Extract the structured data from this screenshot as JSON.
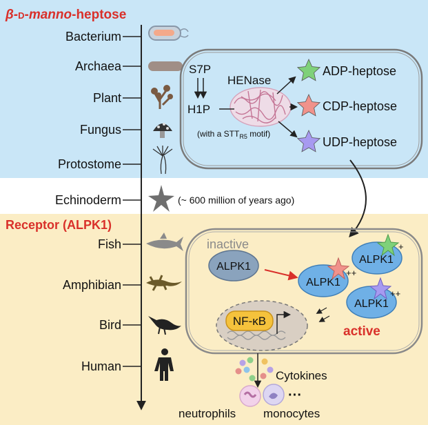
{
  "title_heptose": {
    "beta": "β-",
    "d": "D",
    "dash": "-",
    "manno": "manno",
    "rest": "-heptose"
  },
  "title_receptor": "Receptor (ALPK1)",
  "organisms": [
    {
      "label": "Bacterium",
      "icon": "bacterium-icon"
    },
    {
      "label": "Archaea",
      "icon": "archaea-icon"
    },
    {
      "label": "Plant",
      "icon": "plant-icon"
    },
    {
      "label": "Fungus",
      "icon": "mushroom-icon"
    },
    {
      "label": "Protostome",
      "icon": "protostome-icon"
    },
    {
      "label": "Echinoderm",
      "icon": "starfish-icon"
    },
    {
      "label": "Fish",
      "icon": "shark-icon"
    },
    {
      "label": "Amphibian",
      "icon": "salamander-icon"
    },
    {
      "label": "Bird",
      "icon": "bird-icon"
    },
    {
      "label": "Human",
      "icon": "human-icon"
    }
  ],
  "echinoderm_note": "(~ 600 million of years ago)",
  "pathway": {
    "s7p": "S7P",
    "h1p": "H1P",
    "enzyme": "HENase",
    "motif_pre": "(with a STT",
    "motif_sub": "R5",
    "motif_post": " motif)",
    "products": [
      "ADP-heptose",
      "CDP-heptose",
      "UDP-heptose"
    ],
    "product_colors": [
      "#7fd17a",
      "#f0928b",
      "#a79af0"
    ]
  },
  "cell": {
    "inactive": "inactive",
    "active": "active",
    "alpk1": "ALPK1",
    "plus": "+",
    "plusplus": "++",
    "nfkb": "NF-κB",
    "cytokines": "Cytokines",
    "ellipsis": "···",
    "neutrophils": "neutrophils",
    "monocytes": "monocytes"
  },
  "colors": {
    "top_band": "#c9e6f7",
    "bottom_band": "#fbedc5",
    "accent_red": "#d9302a",
    "alpk1_blue": "#6fb0e6",
    "alpk1_gray": "#8aa3bd",
    "nfkb_yellow": "#f5c23c",
    "nucleus": "#d9cfc3"
  }
}
